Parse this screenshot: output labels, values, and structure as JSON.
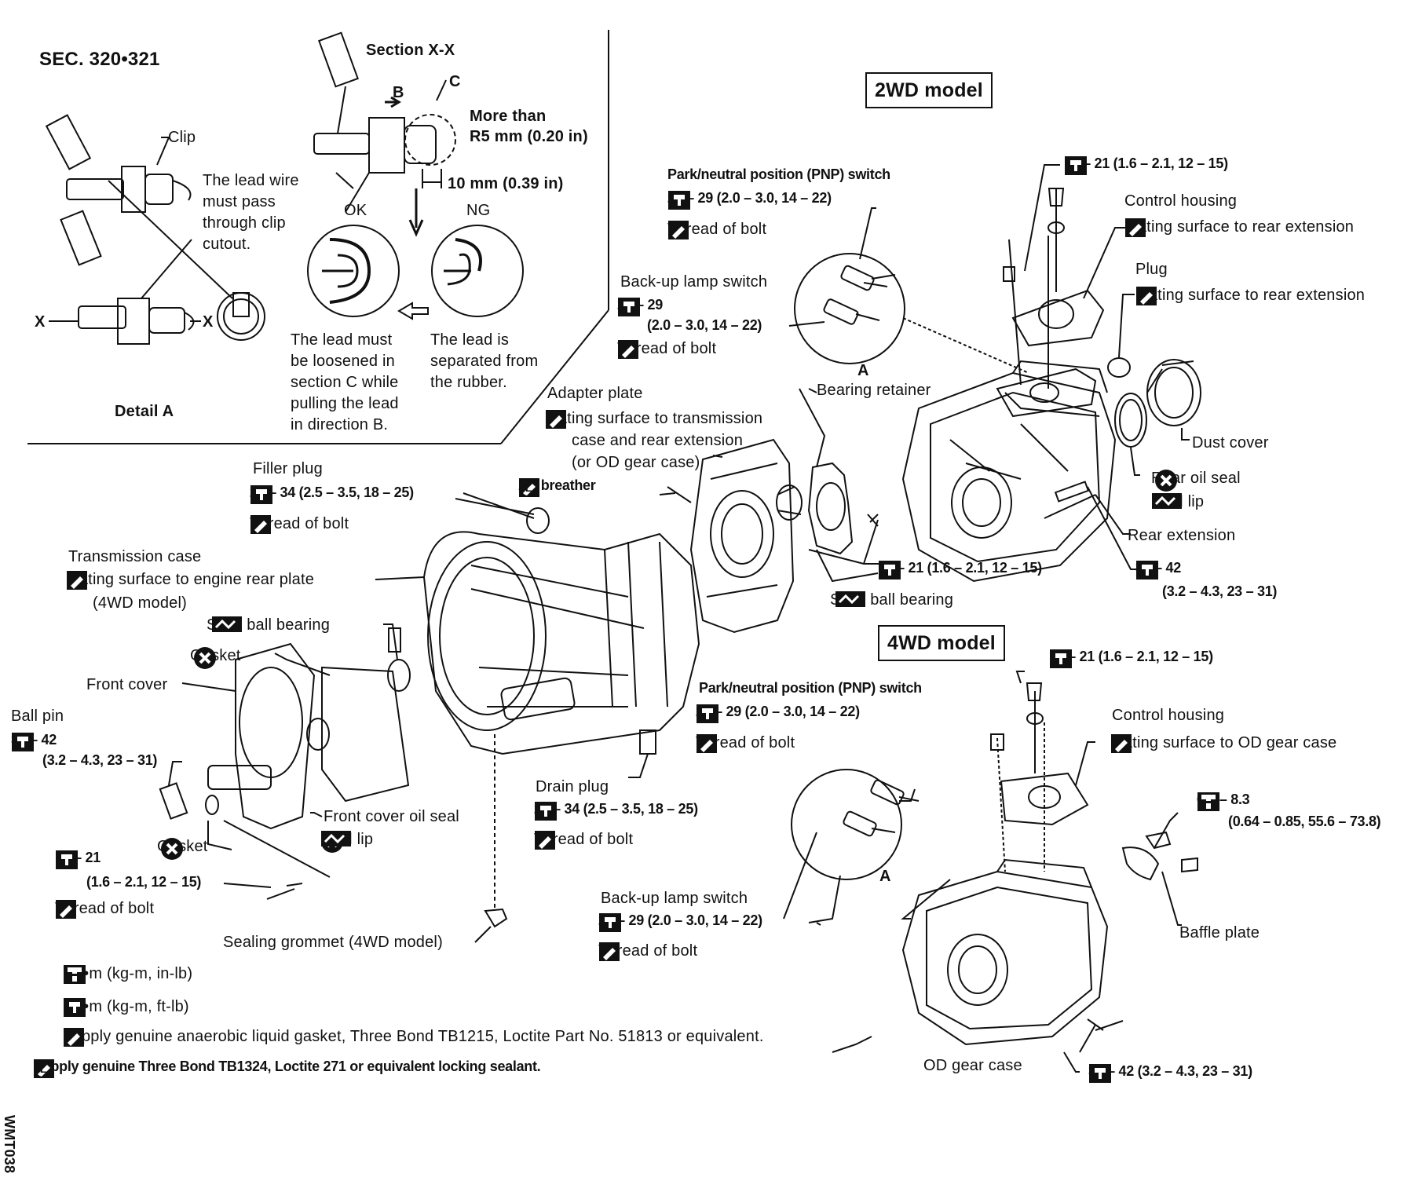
{
  "header": {
    "section_code": "SEC. 320•321",
    "section_xx": "Section X-X",
    "model_2wd": "2WD model",
    "model_4wd": "4WD model",
    "figure_code": "WMT038"
  },
  "detail": {
    "clip": "Clip",
    "lead_wire_note": [
      "The lead wire",
      "must pass",
      "through clip",
      "cutout."
    ],
    "x_left": "X",
    "x_right": "X",
    "detail_a": "Detail A",
    "letter_b": "B",
    "letter_c": "C",
    "more_than": [
      "More than",
      "R5 mm (0.20 in)"
    ],
    "ten_mm": "10 mm (0.39 in)",
    "ok": "OK",
    "ng": "NG",
    "ok_note": [
      "The lead must",
      "be loosened in",
      "section C while",
      "pulling the lead",
      "in direction B."
    ],
    "ng_note": [
      "The lead is",
      "separated from",
      "the rubber."
    ]
  },
  "parts_2wd": {
    "control_torque": "16 – 21 (1.6 – 2.1, 12 – 15)",
    "control_housing": "Control housing",
    "control_mating": "Mating surface to rear extension",
    "plug": "Plug",
    "plug_mating": "Mating surface to rear extension",
    "pnp_switch": "Park/neutral position (PNP) switch",
    "pnp_torque": "20 – 29 (2.0 – 3.0, 14 – 22)",
    "pnp_thread": "Thread of bolt",
    "backup_switch": "Back-up lamp switch",
    "backup_torque_1": "20 – 29",
    "backup_torque_2": "(2.0 – 3.0, 14 – 22)",
    "backup_thread": "Thread of bolt",
    "detail_marker": "A",
    "bearing_retainer": "Bearing retainer",
    "dust_cover": "Dust cover",
    "rear_oil_seal": "Rear oil seal",
    "seal_lip": "Seal lip",
    "rear_extension": "Rear extension",
    "ext_torque_1": "31 – 42",
    "ext_torque_2": "(3.2 – 4.3, 23 – 31)",
    "retainer_torque": "16 – 21 (1.6 – 2.1, 12 – 15)",
    "slide_ball_bearing": "Slide ball bearing"
  },
  "parts_common": {
    "adapter_plate": "Adapter plate",
    "adapter_mating": [
      "Mating surface to transmission",
      "case and rear extension",
      "(or OD gear case)"
    ],
    "air_breather": "Air breather",
    "filler_plug": "Filler plug",
    "filler_torque": "25 – 34 (2.5 – 3.5, 18 – 25)",
    "filler_thread": "Thread of bolt",
    "transmission_case": "Transmission case",
    "case_mating": [
      "Mating surface to engine rear plate",
      "(4WD model)"
    ],
    "slide_ball_bearing": "Slide ball bearing",
    "gasket_1": "Gasket",
    "front_cover": "Front cover",
    "ball_pin": "Ball pin",
    "ball_pin_torque_1": "31 – 42",
    "ball_pin_torque_2": "(3.2 – 4.3, 23 – 31)",
    "gasket_2": "Gasket",
    "front_cover_seal": "Front cover oil seal",
    "front_seal_lip": "Seal lip",
    "bolt_torque_1": "16 – 21",
    "bolt_torque_2": "(1.6 – 2.1, 12 – 15)",
    "bolt_thread": "Thread of bolt",
    "sealing_grommet": "Sealing grommet (4WD model)",
    "drain_plug": "Drain plug",
    "drain_torque": "25 – 34 (2.5 – 3.5, 18 – 25)",
    "drain_thread": "Thread of bolt"
  },
  "parts_4wd": {
    "control_torque": "16 – 21 (1.6 – 2.1, 12 – 15)",
    "pnp_switch": "Park/neutral position (PNP) switch",
    "pnp_torque": "20 – 29 (2.0 – 3.0, 14 – 22)",
    "pnp_thread": "Thread of bolt",
    "control_housing": "Control housing",
    "control_mating": "Mating surface to OD gear case",
    "baffle_torque_1": "6.3 – 8.3",
    "baffle_torque_2": "(0.64 – 0.85, 55.6 – 73.8)",
    "baffle_plate": "Baffle plate",
    "detail_marker": "A",
    "backup_switch": "Back-up lamp switch",
    "backup_torque": "20 – 29 (2.0 – 3.0, 14 – 22)",
    "backup_thread": "Thread of bolt",
    "od_gear_case": "OD gear case",
    "od_torque": "31 – 42 (3.2 – 4.3, 23 – 31)"
  },
  "legend": [
    {
      "icon": "torque-wrench-inlb-icon",
      "text": ": N•m (kg-m, in-lb)"
    },
    {
      "icon": "torque-wrench-ftlb-icon",
      "text": ": N•m (kg-m, ft-lb)"
    },
    {
      "icon": "liquid-gasket-icon",
      "text": ": Apply genuine anaerobic liquid gasket, Three Bond TB1215, Loctite Part No. 51813 or equivalent."
    },
    {
      "icon": "locking-sealant-icon",
      "text": ": Apply genuine Three Bond TB1324, Loctite 271 or equivalent locking sealant."
    }
  ],
  "icons": {
    "torque": "wrench-socket-icon",
    "sealant": "sealant-tube-icon",
    "replace": "x-circle-icon",
    "grease": "grease-icon",
    "locking": "circle-l-icon"
  }
}
